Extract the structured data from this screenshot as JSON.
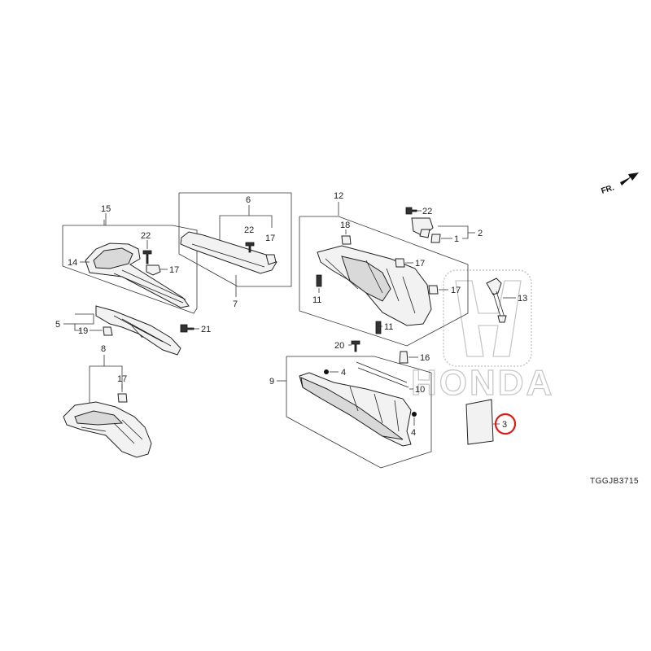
{
  "diagram": {
    "code": "TGGJB3715",
    "direction_label": "FR.",
    "watermark": "HONDA",
    "highlighted_callout": "3",
    "callouts": {
      "c1": "1",
      "c2": "2",
      "c3": "3",
      "c4a": "4",
      "c4b": "4",
      "c5": "5",
      "c6": "6",
      "c7": "7",
      "c8": "8",
      "c9": "9",
      "c10": "10",
      "c11a": "11",
      "c11b": "11",
      "c12": "12",
      "c13": "13",
      "c14": "14",
      "c15": "15",
      "c16": "16",
      "c17a": "17",
      "c17b": "17",
      "c17c": "17",
      "c17d": "17",
      "c17e": "17",
      "c18": "18",
      "c19": "19",
      "c20": "20",
      "c21": "21",
      "c22a": "22",
      "c22b": "22",
      "c22c": "22"
    }
  }
}
